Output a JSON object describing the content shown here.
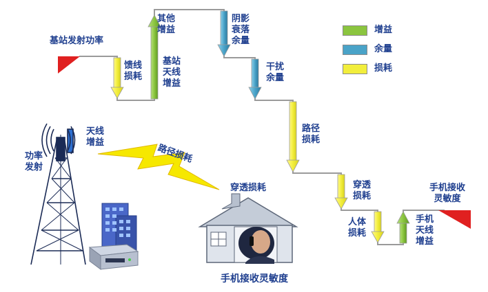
{
  "labels": {
    "bs_tx_power": "基站发射功率",
    "feeder_loss": "馈线\n损耗",
    "bs_antenna_gain": "基站\n天线\n增益",
    "other_gain": "其他\n增益",
    "shadow_fading": "阴影\n衰落\n余量",
    "interference": "干扰\n余量",
    "path_loss": "路径\n损耗",
    "penetration": "穿透\n损耗",
    "body_loss": "人体\n损耗",
    "phone_ant_gain": "手机\n天线\n增益",
    "phone_sensitivity": "手机接收\n灵敏度",
    "tower_power": "功率\n发射",
    "tower_ant_gain": "天线\n增益",
    "lightning_path": "路径损耗",
    "house_penetration": "穿透损耗",
    "bottom_sensitivity": "手机接收灵敏度"
  },
  "legend": [
    {
      "label": "增益",
      "color": "#8bc53f"
    },
    {
      "label": "余量",
      "color": "#4aa3c8"
    },
    {
      "label": "损耗",
      "color": "#f2ee3c"
    }
  ],
  "colors": {
    "gain": "#8bc53f",
    "margin": "#4aa3c8",
    "loss": "#f2ee3c",
    "step_line": "#9a9a9a",
    "marker": "#e02020",
    "label_text": "#1f3f8f"
  },
  "icons": [
    "cell-tower-icon",
    "lightning-bolt-icon",
    "office-building-icon",
    "modem-icon",
    "house-icon",
    "person-on-phone-icon"
  ]
}
